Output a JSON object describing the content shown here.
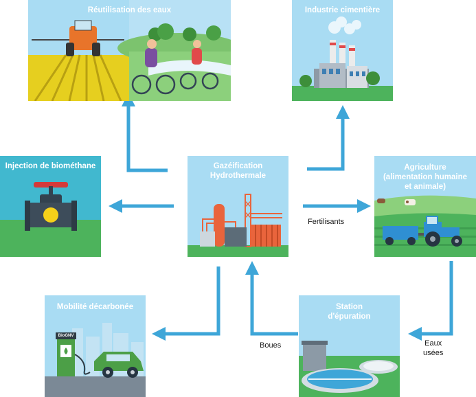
{
  "nodes": {
    "water_reuse": {
      "title": "Réutilisation des eaux"
    },
    "cement": {
      "title": "Industrie cimentière"
    },
    "biomethane": {
      "title": "Injection de biométhane"
    },
    "gasification": {
      "title": "Gazéification\nHydrothermale"
    },
    "agriculture": {
      "title": "Agriculture\n(alimentation humaine\net animale)"
    },
    "mobility": {
      "title": "Mobilité décarbonée",
      "station_sign": "BioGNV"
    },
    "treatment": {
      "title": "Station\nd'épuration"
    }
  },
  "edges": {
    "fertilisants": "Fertilisants",
    "boues": "Boues",
    "eaux_usees": "Eaux\nusées"
  },
  "colors": {
    "arrow": "#3ea6d8",
    "sky": "#a9dcf3",
    "grass": "#4db35c"
  }
}
